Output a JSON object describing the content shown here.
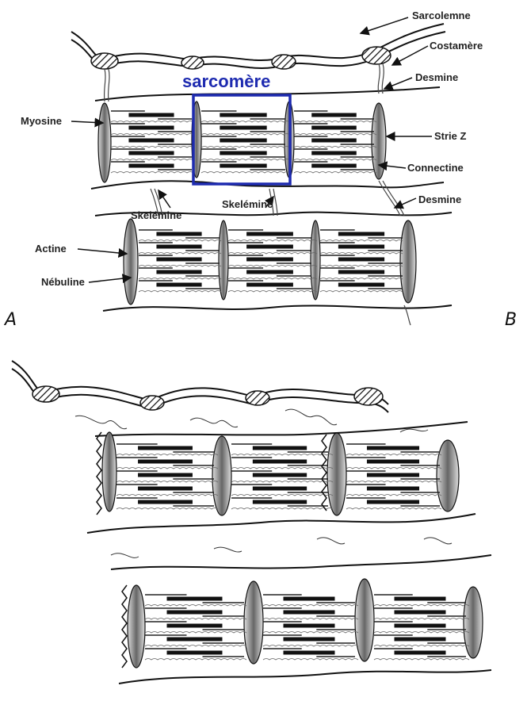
{
  "panels": {
    "a": "A",
    "b": "B"
  },
  "highlight": {
    "label": "sarcomère",
    "color": "#1e2bb0"
  },
  "labels": {
    "sarcolemne": "Sarcolemne",
    "costamere": "Costamère",
    "desmine_top": "Desmine",
    "myosine": "Myosine",
    "strie_z": "Strie Z",
    "connectine": "Connectine",
    "desmine_mid": "Desmine",
    "skelemine_left": "Skelémine",
    "skelemine_mid": "Skelémine",
    "actine": "Actine",
    "nebuline": "Nébuline"
  },
  "colors": {
    "line": "#1a1a1a",
    "accent_box": "#1e2bb0"
  }
}
